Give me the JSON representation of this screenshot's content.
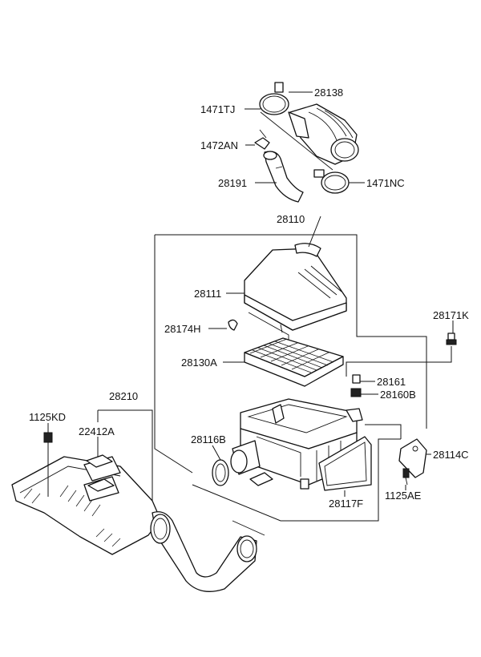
{
  "diagram": {
    "labels": {
      "p1471TJ": "1471TJ",
      "p28138": "28138",
      "p1472AN": "1472AN",
      "p28191": "28191",
      "p1471NC": "1471NC",
      "p28110": "28110",
      "p28111": "28111",
      "p28174H": "28174H",
      "p28171K": "28171K",
      "p28130A": "28130A",
      "p28161": "28161",
      "p28160B": "28160B",
      "p28210": "28210",
      "p1125KD": "1125KD",
      "p22412A": "22412A",
      "p28116B": "28116B",
      "p28114C": "28114C",
      "p1125AE": "1125AE",
      "p28117F": "28117F"
    }
  }
}
